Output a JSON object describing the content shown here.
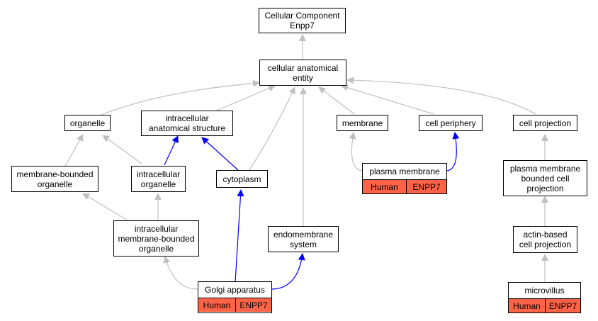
{
  "nodes": {
    "root": "Cellular Component\nEnpp7",
    "cae": "cellular anatomical\nentity",
    "organelle": "organelle",
    "ias": "intracellular\nanatomical structure",
    "membrane": "membrane",
    "cell_periphery": "cell periphery",
    "cell_projection": "cell projection",
    "mbo": "membrane-bounded\norganelle",
    "io": "intracellular\norganelle",
    "cytoplasm": "cytoplasm",
    "pmbcp": "plasma membrane\nbounded cell\nprojection",
    "imbo": "intracellular\nmembrane-bounded\norganelle",
    "endomembrane": "endomembrane\nsystem",
    "abcp": "actin-based\ncell projection"
  },
  "gene_nodes": {
    "plasma_membrane": {
      "title": "plasma membrane",
      "species": "Human",
      "gene": "ENPP7"
    },
    "golgi": {
      "title": "Golgi apparatus",
      "species": "Human",
      "gene": "ENPP7"
    },
    "microvillus": {
      "title": "microvillus",
      "species": "Human",
      "gene": "ENPP7"
    }
  },
  "colors": {
    "gray_edge": "#c0c0c0",
    "blue_edge": "#0000ff",
    "annotation_fill": "#ff6347",
    "node_border": "#000000"
  }
}
